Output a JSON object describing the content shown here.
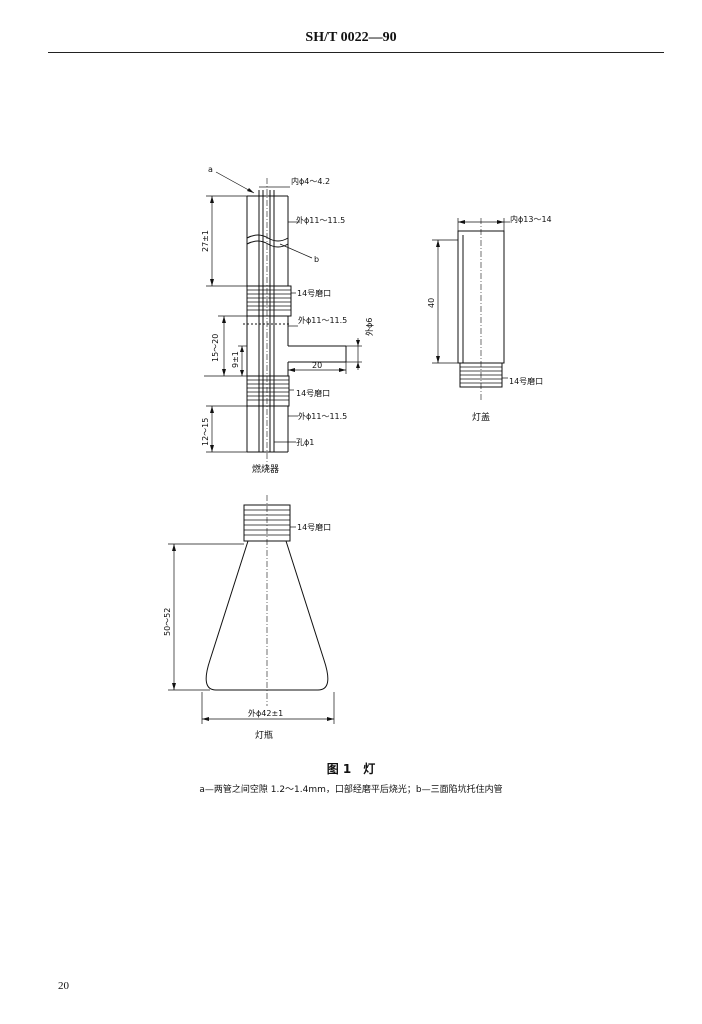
{
  "header": {
    "standard_code": "SH/T 0022—90"
  },
  "burner": {
    "label_a": "a",
    "label_b": "b",
    "inner_dia": "内ϕ4～4.2",
    "outer_dia_top": "外ϕ11～11.5",
    "height_27": "27±1",
    "joint_top": "14号磨口",
    "outer_dia_mid": "外ϕ11～11.5",
    "side_outer": "外ϕ6",
    "height_15_20": "15～20",
    "height_9": "9±1",
    "side_len": "20",
    "joint_bottom": "14号磨口",
    "outer_dia_bottom": "外ϕ11～11.5",
    "height_12_15": "12～15",
    "hole": "孔ϕ1",
    "name": "燃烧器"
  },
  "cap": {
    "inner_dia": "内ϕ13～14",
    "height": "40",
    "joint": "14号磨口",
    "name": "灯盖"
  },
  "bottle": {
    "joint": "14号磨口",
    "height": "50～52",
    "outer_dia": "外ϕ42±1",
    "name": "灯瓶"
  },
  "figure": {
    "caption": "图 1　灯",
    "note": "a—两管之间空隙 1.2～1.4mm，口部经磨平后烧光；b—三面陷坑托住内管"
  },
  "page_number": "20"
}
